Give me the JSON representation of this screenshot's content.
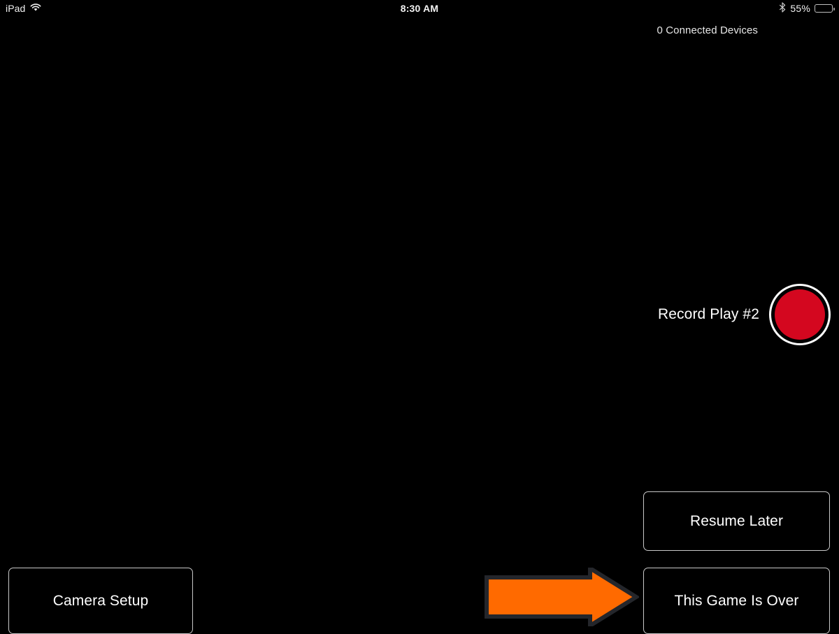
{
  "status_bar": {
    "device_label": "iPad",
    "wifi_icon": "wifi-icon",
    "time": "8:30 AM",
    "bluetooth_icon": "bluetooth-icon",
    "battery_percent": "55%",
    "battery_level": 55
  },
  "header": {
    "connected_devices": "0 Connected Devices"
  },
  "record": {
    "label": "Record Play #2",
    "button_icon": "record-dot-icon",
    "accent_color": "#d4071f"
  },
  "buttons": {
    "resume_later": "Resume Later",
    "this_game_is_over": "This Game Is Over",
    "camera_setup": "Camera Setup"
  },
  "annotation": {
    "arrow_icon": "arrow-right-icon",
    "arrow_color": "#ff6a00",
    "arrow_outline_color": "#24262b",
    "points_to": "This Game Is Over"
  }
}
